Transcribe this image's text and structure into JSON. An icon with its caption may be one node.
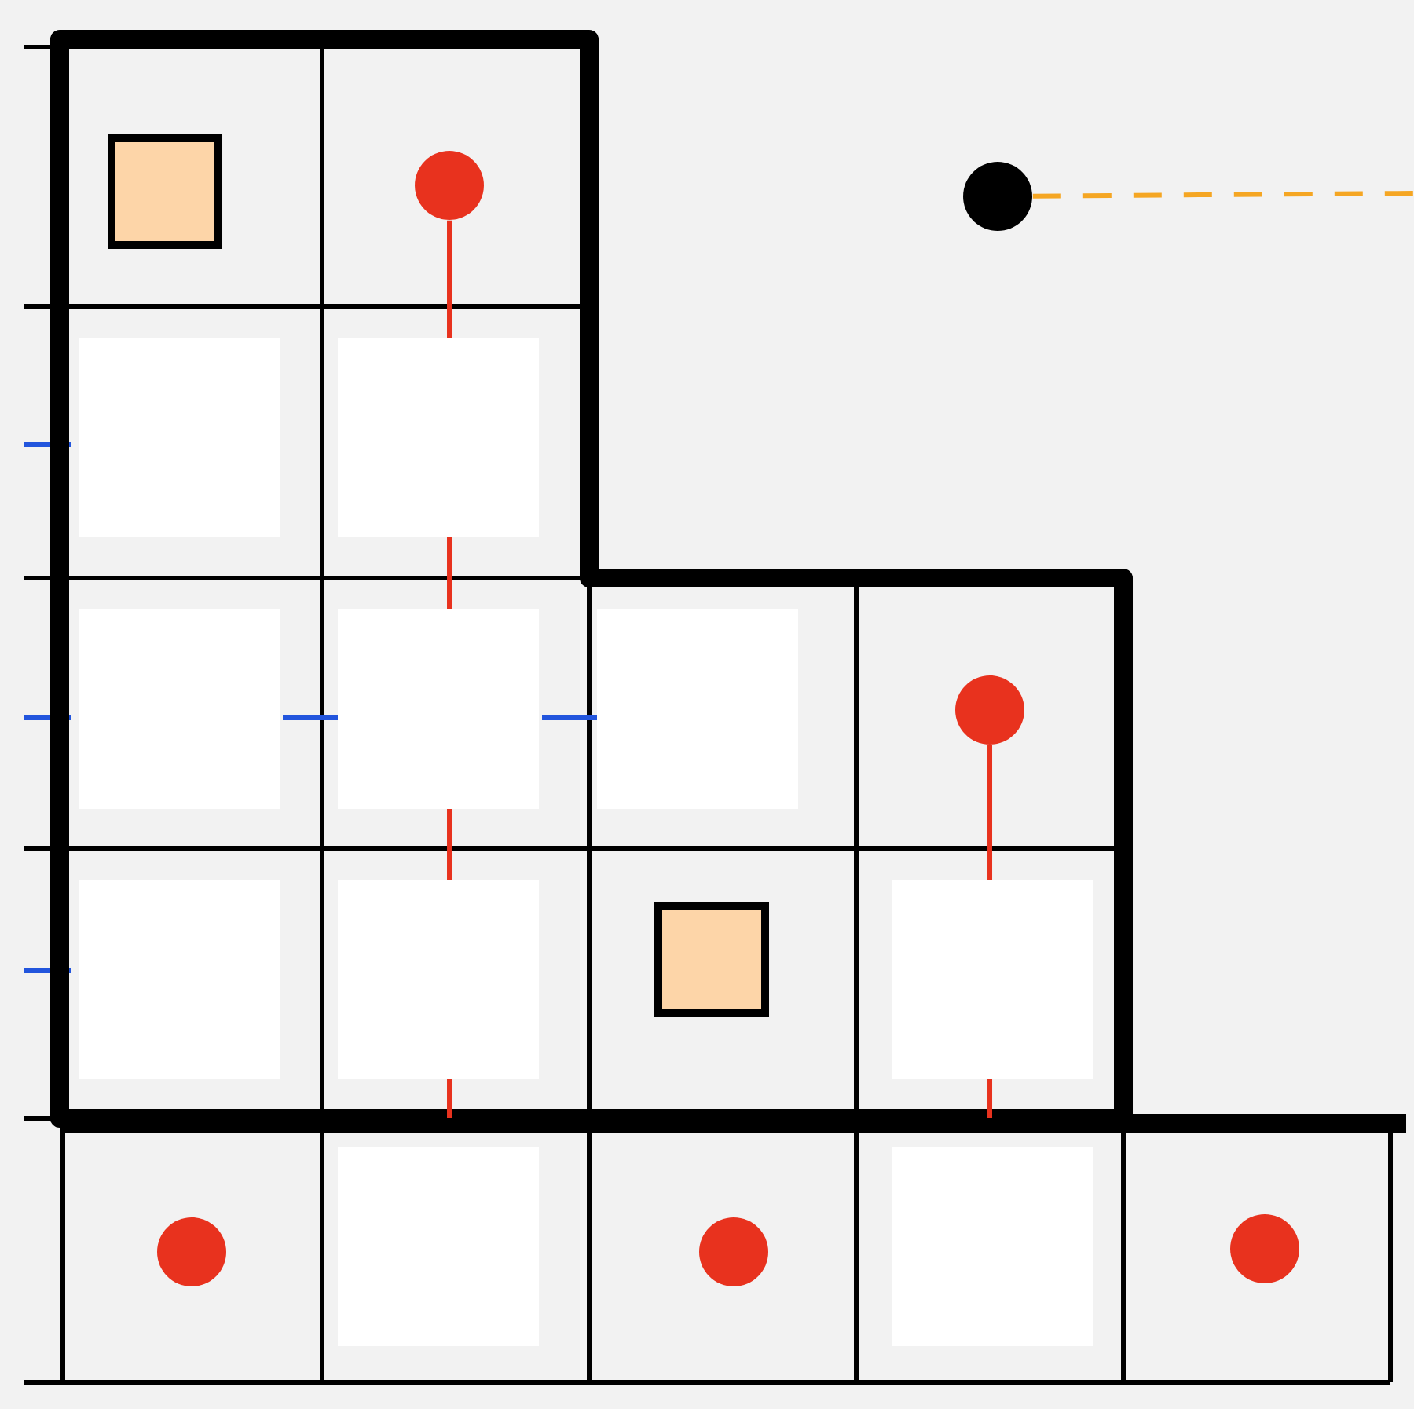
{
  "diagram": {
    "nodes": [
      {
        "text": [],
        "shape": "box"
      },
      {
        "text": [],
        "shape": "circle"
      },
      {
        "text": [],
        "shape": "circle"
      },
      {
        "text": [],
        "shape": "circle"
      },
      {
        "text": [],
        "shape": "box"
      },
      {
        "text": [],
        "shape": "circle"
      },
      {
        "text": [],
        "shape": "circle"
      },
      {
        "text": [],
        "shape": "circle"
      }
    ],
    "edges": [
      {
        "from": 1,
        "to": null,
        "arrow": "none"
      },
      {
        "from": 2,
        "to": null,
        "arrow": "none",
        "style": "dashed",
        "color": "#f5a623"
      },
      {
        "from": 3,
        "to": null,
        "arrow": "none"
      }
    ]
  }
}
